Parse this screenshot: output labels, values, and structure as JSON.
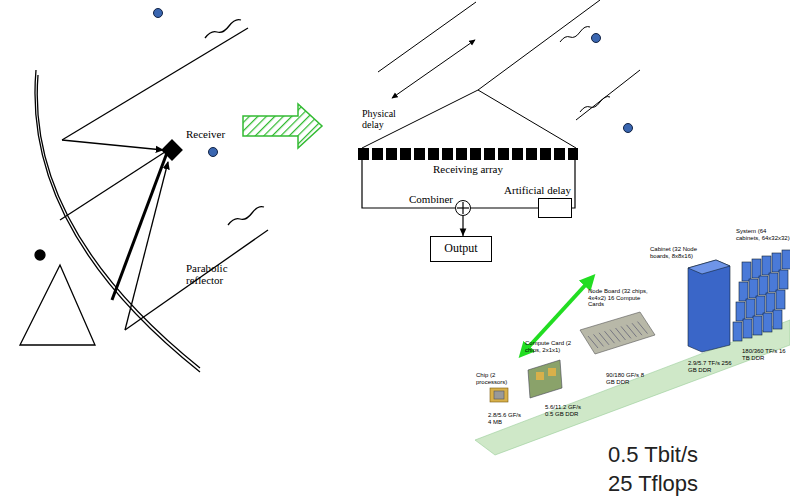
{
  "diagram": {
    "nodes": [
      {
        "text": [
          "Receiving array"
        ]
      },
      {
        "text": [
          "Combiner"
        ]
      },
      {
        "text": [
          "Artificial delay"
        ]
      },
      {
        "text": [
          "Output"
        ]
      }
    ],
    "edges": [
      {
        "from": 0,
        "to": 1,
        "arrow": "none"
      },
      {
        "from": 0,
        "to": 2,
        "arrow": "none"
      },
      {
        "from": 2,
        "to": 1,
        "arrow": "none"
      },
      {
        "from": 1,
        "to": 3,
        "arrow": "to"
      }
    ],
    "labels": [
      "Receiver",
      "Parabolic reflector",
      "Physical delay",
      "System (64 cabinets, 64x32x32)",
      "Cabinet (32 Node boards, 8x8x16)",
      "Node Board (32 chips, 4x4x2) 16 Compute Cards",
      "Compute Card (2 chips, 2x1x1)",
      "Chip (2 processors)",
      "180/360 TF/s 16 TB DDR",
      "2.9/5.7 TF/s 256 GB DDR",
      "90/180 GF/s 8 GB DDR",
      "5.6/11.2 GF/s 0.5 GB DDR",
      "2.8/5.6 GF/s 4 MB",
      "0.5 Tbit/s",
      "25 Tflops"
    ]
  }
}
